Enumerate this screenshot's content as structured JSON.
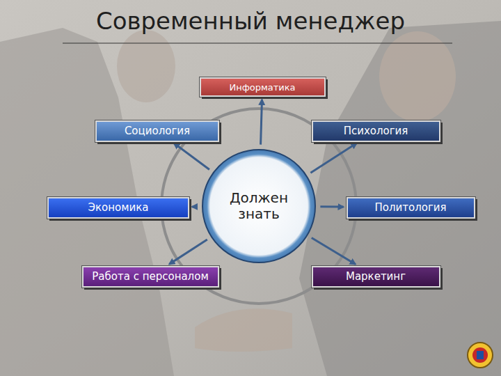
{
  "diagram": {
    "title": "Современный менеджер",
    "nodes": [
      {
        "text": [
          "Информатика"
        ]
      },
      {
        "text": [
          "Социология"
        ]
      },
      {
        "text": [
          "Психология"
        ]
      },
      {
        "text": [
          "Экономика"
        ]
      },
      {
        "text": [
          "Должен знать"
        ]
      },
      {
        "text": [
          "Политология"
        ]
      },
      {
        "text": [
          "Работа с персоналом"
        ]
      },
      {
        "text": [
          "Маркетинг"
        ]
      }
    ],
    "edges": [
      {
        "from": 4,
        "to": 0,
        "arrow": "to"
      },
      {
        "from": 4,
        "to": 1,
        "arrow": "to"
      },
      {
        "from": 4,
        "to": 2,
        "arrow": "to"
      },
      {
        "from": 4,
        "to": 3,
        "arrow": "to"
      },
      {
        "from": 4,
        "to": 5,
        "arrow": "to"
      },
      {
        "from": 4,
        "to": 6,
        "arrow": "to"
      },
      {
        "from": 4,
        "to": 7,
        "arrow": "to"
      }
    ]
  }
}
